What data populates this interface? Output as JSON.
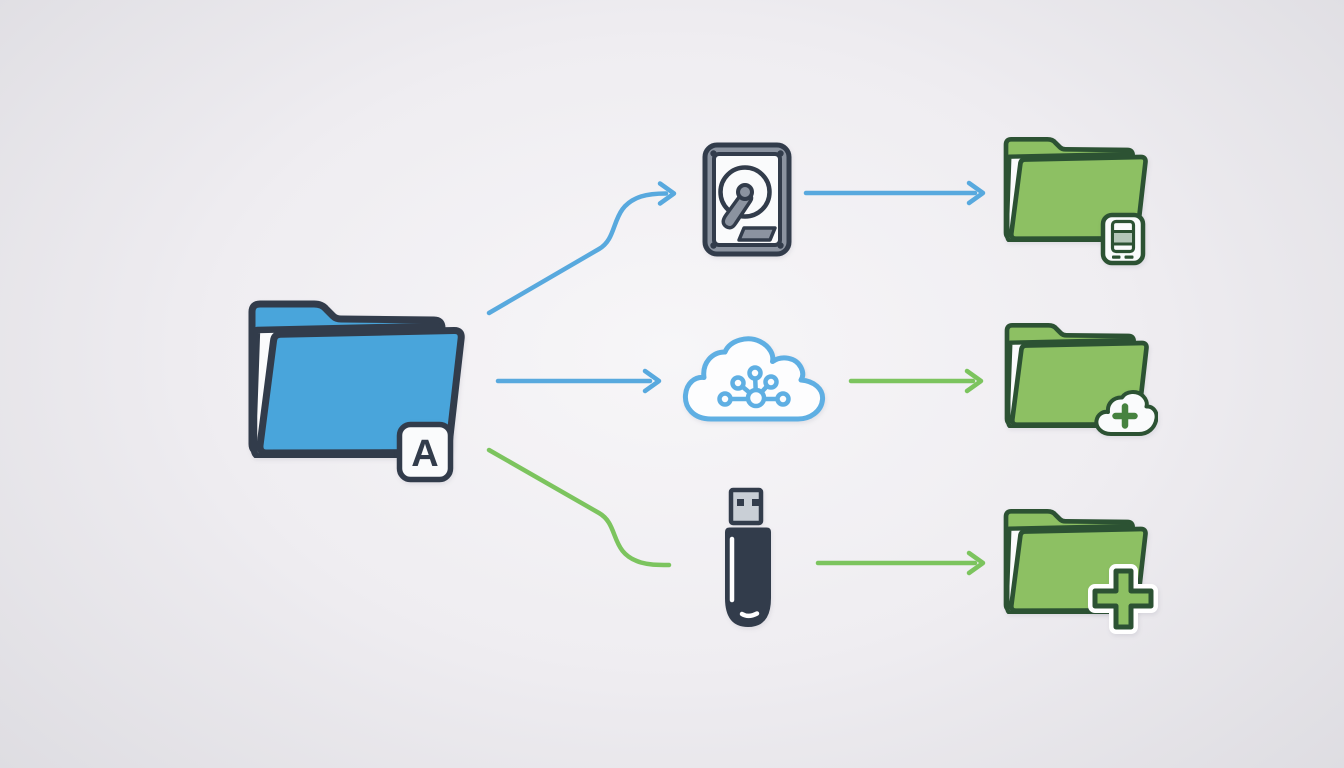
{
  "scene": {
    "title": "Folder backup destinations diagram",
    "description": "Blue folder A is copied to a hard drive, a cloud service and a USB stick, each producing a green backup folder"
  },
  "palette": {
    "bg_center": "#f7f6f8",
    "bg_edge": "#dcdbe0",
    "blue": "#49A5DB",
    "blue_line": "#58A9DE",
    "green": "#8DC063",
    "green_line": "#7CC45E",
    "navy": "#323C4B",
    "dgreen": "#2C5233",
    "gray": "#8B93A0",
    "lightgray": "#C9CFD6",
    "sage": "#B3C6B8",
    "cloud_blue": "#5FAFE3",
    "paper": "#FAFBFC",
    "badge_green": "#46823F"
  },
  "nodes": {
    "source_folder": {
      "label": "A",
      "icon": "blue-folder-icon"
    },
    "hard_drive": {
      "icon": "hard-drive-icon"
    },
    "cloud": {
      "icon": "cloud-network-icon"
    },
    "usb": {
      "icon": "usb-flash-drive-icon"
    },
    "dest_drive_folder": {
      "icon": "green-folder-icon",
      "badge": "device-badge-icon"
    },
    "dest_cloud_folder": {
      "icon": "green-folder-icon",
      "badge": "cloud-plus-badge-icon"
    },
    "dest_usb_folder": {
      "icon": "green-folder-icon",
      "badge": "plus-badge-icon"
    }
  },
  "arrows": [
    {
      "from": "source_folder",
      "to": "hard_drive",
      "color": "blue",
      "arrowhead": true
    },
    {
      "from": "source_folder",
      "to": "cloud",
      "color": "blue",
      "arrowhead": true
    },
    {
      "from": "source_folder",
      "to": "usb",
      "color": "green",
      "arrowhead": false
    },
    {
      "from": "hard_drive",
      "to": "dest_drive_folder",
      "color": "blue",
      "arrowhead": true
    },
    {
      "from": "cloud",
      "to": "dest_cloud_folder",
      "color": "green",
      "arrowhead": true
    },
    {
      "from": "usb",
      "to": "dest_usb_folder",
      "color": "green",
      "arrowhead": true
    }
  ]
}
